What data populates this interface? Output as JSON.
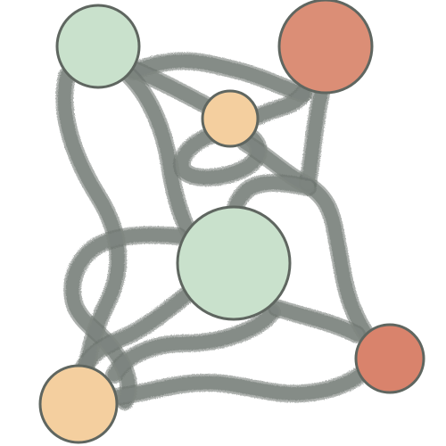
{
  "colors": {
    "background": "#ffffff",
    "edge": "#7f8681",
    "edge_shadow": "#6a716b",
    "node_outline": "#5f6660",
    "green": "#c9e1cc",
    "red": "#db8e76",
    "red_dark": "#d9836c",
    "peach": "#f4cf9f"
  },
  "nodes": [
    {
      "id": "top-left-green",
      "color_key": "green"
    },
    {
      "id": "top-right-red",
      "color_key": "red"
    },
    {
      "id": "upper-middle-peach",
      "color_key": "peach"
    },
    {
      "id": "center-green",
      "color_key": "green"
    },
    {
      "id": "lower-right-red",
      "color_key": "red_dark"
    },
    {
      "id": "bottom-left-peach",
      "color_key": "peach"
    }
  ]
}
